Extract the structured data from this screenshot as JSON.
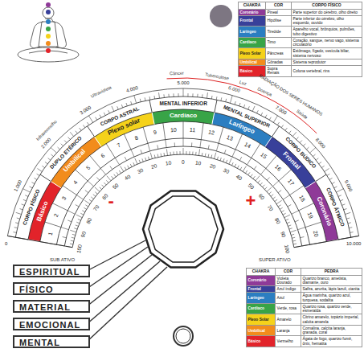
{
  "diagram": {
    "nodes": [
      {
        "text": [
          "Básico"
        ]
      },
      {
        "text": [
          "Umbilical"
        ]
      },
      {
        "text": [
          "Plexo solar"
        ]
      },
      {
        "text": [
          "Cardíaco"
        ]
      },
      {
        "text": [
          "Laríngeo"
        ]
      },
      {
        "text": [
          "Frontal"
        ]
      },
      {
        "text": [
          "Coronário"
        ]
      },
      {
        "text": [
          "ESPIRITUAL"
        ]
      },
      {
        "text": [
          "FÍSICO"
        ]
      },
      {
        "text": [
          "MATERIAL"
        ]
      },
      {
        "text": [
          "EMOCIONAL"
        ]
      },
      {
        "text": [
          "MENTAL"
        ]
      }
    ],
    "labels": [
      "CHAKRA",
      "COR",
      "CORPO FÍSICO",
      "Coronário",
      "Pineal",
      "Parte superior do cérebro, olho direito",
      "Frontal",
      "Hipófise",
      "Parte inferior do cérebro, olho esquerdo, ouvido",
      "Laríngeo",
      "Tireóide",
      "Aparelho vocal, brônquios, pulmões, tubo digestivo",
      "Cardíaco",
      "Timo",
      "Coração, sangue, nervo vago, sistema circulatório",
      "Plexo Solar",
      "Pâncreas",
      "Estômago, fígado, vesícula biliar, sistema nervoso",
      "Umbilical",
      "Gônadas",
      "Sistema reprodutor",
      "Básico",
      "Supra Renais",
      "Coluna vertebral, rins",
      "CHAKRA",
      "COR",
      "PEDRA",
      "Coronário",
      "Violeta Dourado",
      "Quartzo branco, ametista, diamante, ouro",
      "Frontal",
      "Azul índigo",
      "Safira, azurita, lápis lazuli, cianita",
      "Laríngeo",
      "Azul",
      "Água marinha, quartzo azul, turquesa, sodalita",
      "Cardíaco",
      "Verde, rosa",
      "Quartzo rosa, quartzo verde, esmeralda",
      "Plexo Solar",
      "Amarelo",
      "Citrino amarelo, topázio imperial, calcita amarela",
      "Umbilical",
      "Laranja",
      "Cornalina, calcita laranja, granada, coral",
      "Básico",
      "Vermelho",
      "Ágata de fogo, quartzo fumê, ônix, hematita",
      "0",
      "1.000",
      "2.000",
      "3.000",
      "4.000",
      "5.000",
      "6.000",
      "7.000",
      "8.000",
      "9.000",
      "10.000",
      "Infravermelho",
      "Ultravioleta",
      "Câncer",
      "Tuberculose",
      "Luz",
      "Doença",
      "Saúde",
      "RADIAÇÃO DOS SERES HUMANOS",
      "CORPO FÍSICO",
      "DUPLO ETÉRICO",
      "CORPO ASTRAL",
      "MENTAL INFERIOR",
      "MENTAL SUPERIOR",
      "CORPO BÚDICO",
      "CORPO ÁTMICO",
      "1",
      "2",
      "3",
      "4",
      "5",
      "6",
      "7",
      "8",
      "9",
      "10",
      "11",
      "12",
      "13",
      "14",
      "15",
      "16",
      "17",
      "18",
      "19",
      "20",
      "100",
      "90",
      "80",
      "70",
      "60",
      "50",
      "40",
      "30",
      "20",
      "10",
      "0",
      "10",
      "20",
      "30",
      "40",
      "50",
      "60",
      "70",
      "80",
      "90",
      "100",
      "-",
      "+",
      "SUB ATIVO",
      "SUPER ATIVO"
    ]
  }
}
